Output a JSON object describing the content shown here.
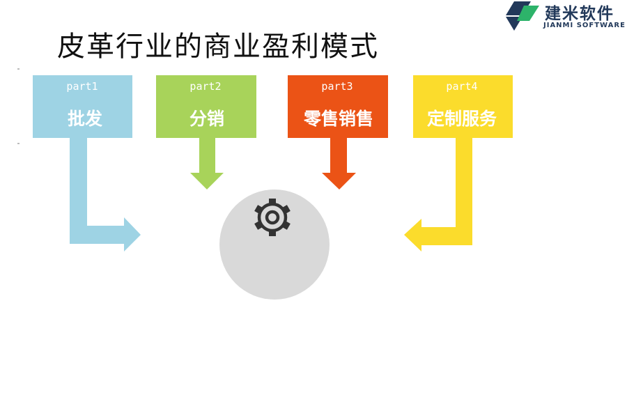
{
  "title": "皮革行业的商业盈利模式",
  "logo": {
    "cn": "建米软件",
    "en": "JIANMI SOFTWARE",
    "colors": {
      "primary": "#22395a",
      "accent": "#2db36a"
    }
  },
  "center": {
    "icon": "gear-icon",
    "color": "#d9d9d9"
  },
  "parts": [
    {
      "part": "part1",
      "label": "批发",
      "color": "#9ed3e4"
    },
    {
      "part": "part2",
      "label": "分销",
      "color": "#a8d35a"
    },
    {
      "part": "part3",
      "label": "零售销售",
      "color": "#eb5316"
    },
    {
      "part": "part4",
      "label": "定制服务",
      "color": "#fbdc2c"
    }
  ]
}
